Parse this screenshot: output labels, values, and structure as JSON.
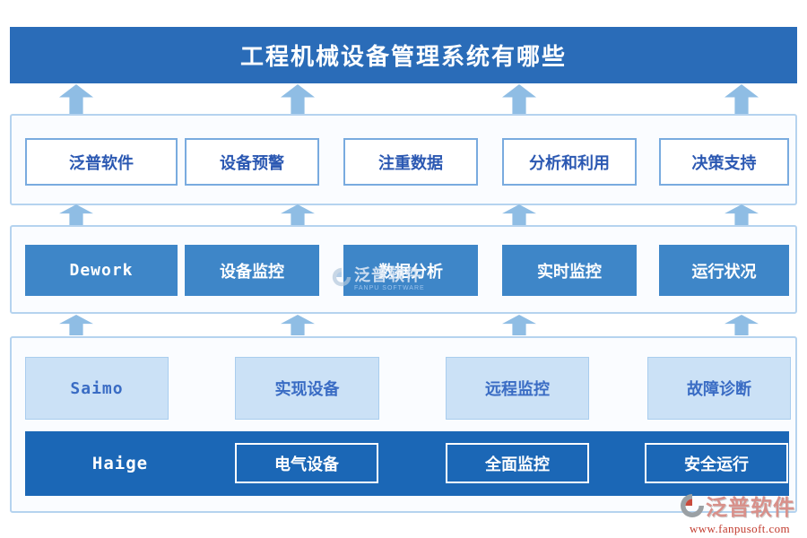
{
  "title": "工程机械设备管理系统有哪些",
  "rows": [
    {
      "items": [
        "泛普软件",
        "设备预警",
        "注重数据",
        "分析和利用",
        "决策支持"
      ]
    },
    {
      "items": [
        "Dework",
        "设备监控",
        "数据分析",
        "实时监控",
        "运行状况"
      ]
    },
    {
      "items": [
        "Saimo",
        "实现设备",
        "远程监控",
        "故障诊断"
      ]
    },
    {
      "label": "Haige",
      "items": [
        "电气设备",
        "全面监控",
        "安全运行"
      ]
    }
  ],
  "watermark": {
    "brand": "泛普软件",
    "brand_sub": "FANPU SOFTWARE"
  },
  "footer_logo": {
    "brand": "泛普软件",
    "website": "www.fanpusoft.com"
  },
  "colors": {
    "header_bg": "#2a6cb8",
    "solid_node_bg": "#3e86c8",
    "base_bar_bg": "#1b67b6",
    "light_node_bg": "#cbe1f6",
    "container_border": "#b5d3ef",
    "outline_node_border": "#79abdf",
    "node_text_blue": "#2b58b2",
    "arrow": "#8fbde4",
    "logo_brand_color": "#d8908a",
    "logo_url_color": "#c23b2e"
  }
}
